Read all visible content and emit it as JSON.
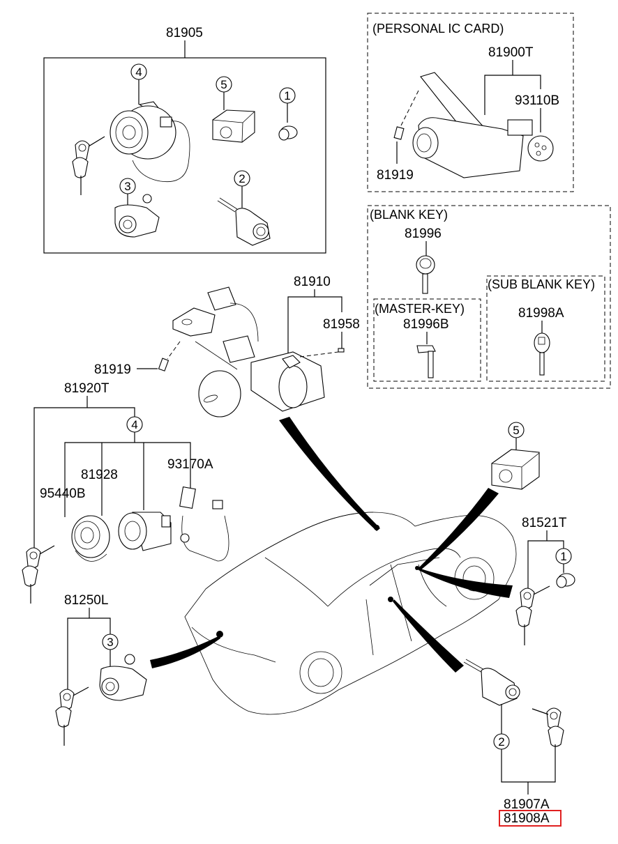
{
  "diagram": {
    "title": "Key & Lock Set Parts Diagram",
    "groups": {
      "personal_ic_card": {
        "caption": "(PERSONAL IC CARD)",
        "parts": [
          "81900T",
          "93110B",
          "81919"
        ]
      },
      "blank_key": {
        "caption": "(BLANK KEY)",
        "parts": [
          "81996"
        ]
      },
      "master_key": {
        "caption": "(MASTER-KEY)",
        "parts": [
          "81996B"
        ]
      },
      "sub_blank_key": {
        "caption": "(SUB BLANK KEY)",
        "parts": [
          "81998A"
        ]
      }
    },
    "labels": {
      "p81905": "81905",
      "p81900T": "81900T",
      "p93110B": "93110B",
      "p81919_ic": "81919",
      "p81996": "81996",
      "p81996B": "81996B",
      "p81998A": "81998A",
      "p81910": "81910",
      "p81958": "81958",
      "p81919": "81919",
      "p81920T": "81920T",
      "p81928": "81928",
      "p95440B": "95440B",
      "p93170A": "93170A",
      "p81521T": "81521T",
      "p81250L": "81250L",
      "p81907A": "81907A",
      "p81908A": "81908A"
    },
    "callouts": {
      "set_4": "4",
      "set_5": "5",
      "set_1": "1",
      "set_3": "3",
      "set_2": "2",
      "c4": "4",
      "c5": "5",
      "c1": "1",
      "c3": "3",
      "c2": "2"
    },
    "highlighted_part": "81908A",
    "highlight_color": "#e02020"
  }
}
